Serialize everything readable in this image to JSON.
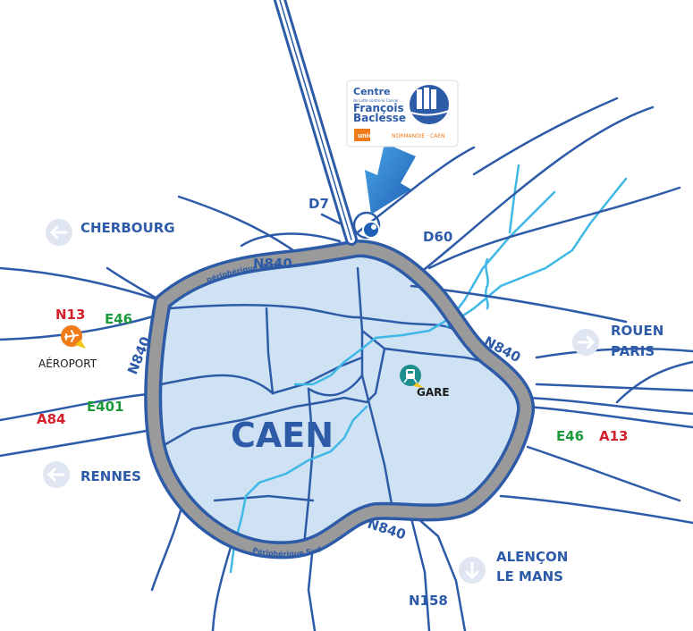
{
  "city": "CAEN",
  "ring": {
    "north": "périphérique Nord",
    "south": "Périphérique Sud"
  },
  "roads": {
    "d7": "D7",
    "d60": "D60",
    "n840_north": "N840",
    "n840_west": "N840",
    "n840_east": "N840",
    "n840_south": "N840",
    "n13": "N13",
    "e46_west": "E46",
    "e401": "E401",
    "a84": "A84",
    "e46_east": "E46",
    "a13": "A13",
    "n158": "N158"
  },
  "destinations": {
    "cherbourg": "CHERBOURG",
    "rennes": "RENNES",
    "rouen": "ROUEN",
    "paris": "PARIS",
    "alencon": "ALENÇON",
    "le_mans": "LE MANS"
  },
  "poi": {
    "airport": "AÉROPORT",
    "station": "GARE"
  },
  "logo": {
    "line1": "Centre",
    "line2": "de Lutte contre le Cancer",
    "line3": "François",
    "line4": "Baclesse",
    "brand": "unicancer",
    "region": "NORMANDIE · CAEN"
  },
  "colors": {
    "road_blue": "#2d5ba8",
    "ring_gray": "#9a9a9a",
    "city_fill": "#cfe2f3",
    "river": "#3fb8e6",
    "red_label": "#d11f2c",
    "green_label": "#1e9a3c",
    "airport_orange": "#f07b1a",
    "station_teal": "#1f8e8e",
    "unicancer_orange": "#f07b1a"
  },
  "icons": [
    "arrow-left-icon",
    "arrow-right-icon",
    "arrow-down-icon",
    "plane-icon",
    "train-icon",
    "pointer-arrow-icon"
  ]
}
